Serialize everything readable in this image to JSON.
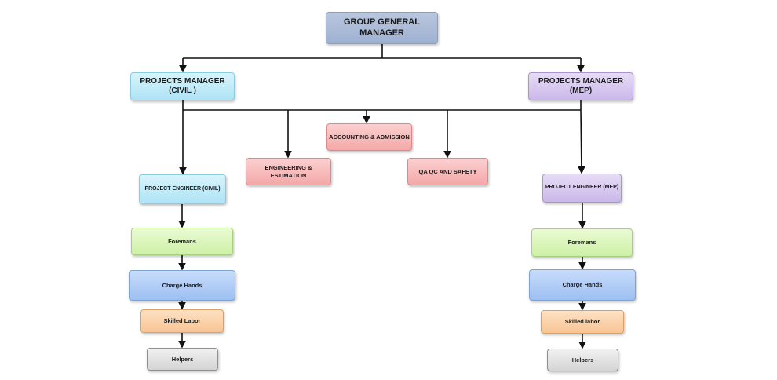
{
  "nodes": {
    "gm": "GROUP GENERAL MANAGER",
    "pm_civil": "PROJECTS MANAGER\n(CIVIL )",
    "pm_mep": "PROJECTS MANAGER\n(MEP)",
    "accounting": "ACCOUNTING & ADMISSION",
    "engineering": "ENGINEERING  &\nESTIMATION",
    "qa": "QA QC AND SAFETY",
    "pe_civil": "PROJECT ENGINEER (CIVIL)",
    "pe_mep": "PROJECT ENGINEER (MEP)",
    "foremans_civil": "Foremans",
    "foremans_mep": "Foremans",
    "chargehands_civil": "Charge Hands",
    "chargehands_mep": "Charge Hands",
    "skilled_civil": "Skilled Labor",
    "skilled_mep": "Skilled labor",
    "helpers_civil": "Helpers",
    "helpers_mep": "Helpers"
  }
}
